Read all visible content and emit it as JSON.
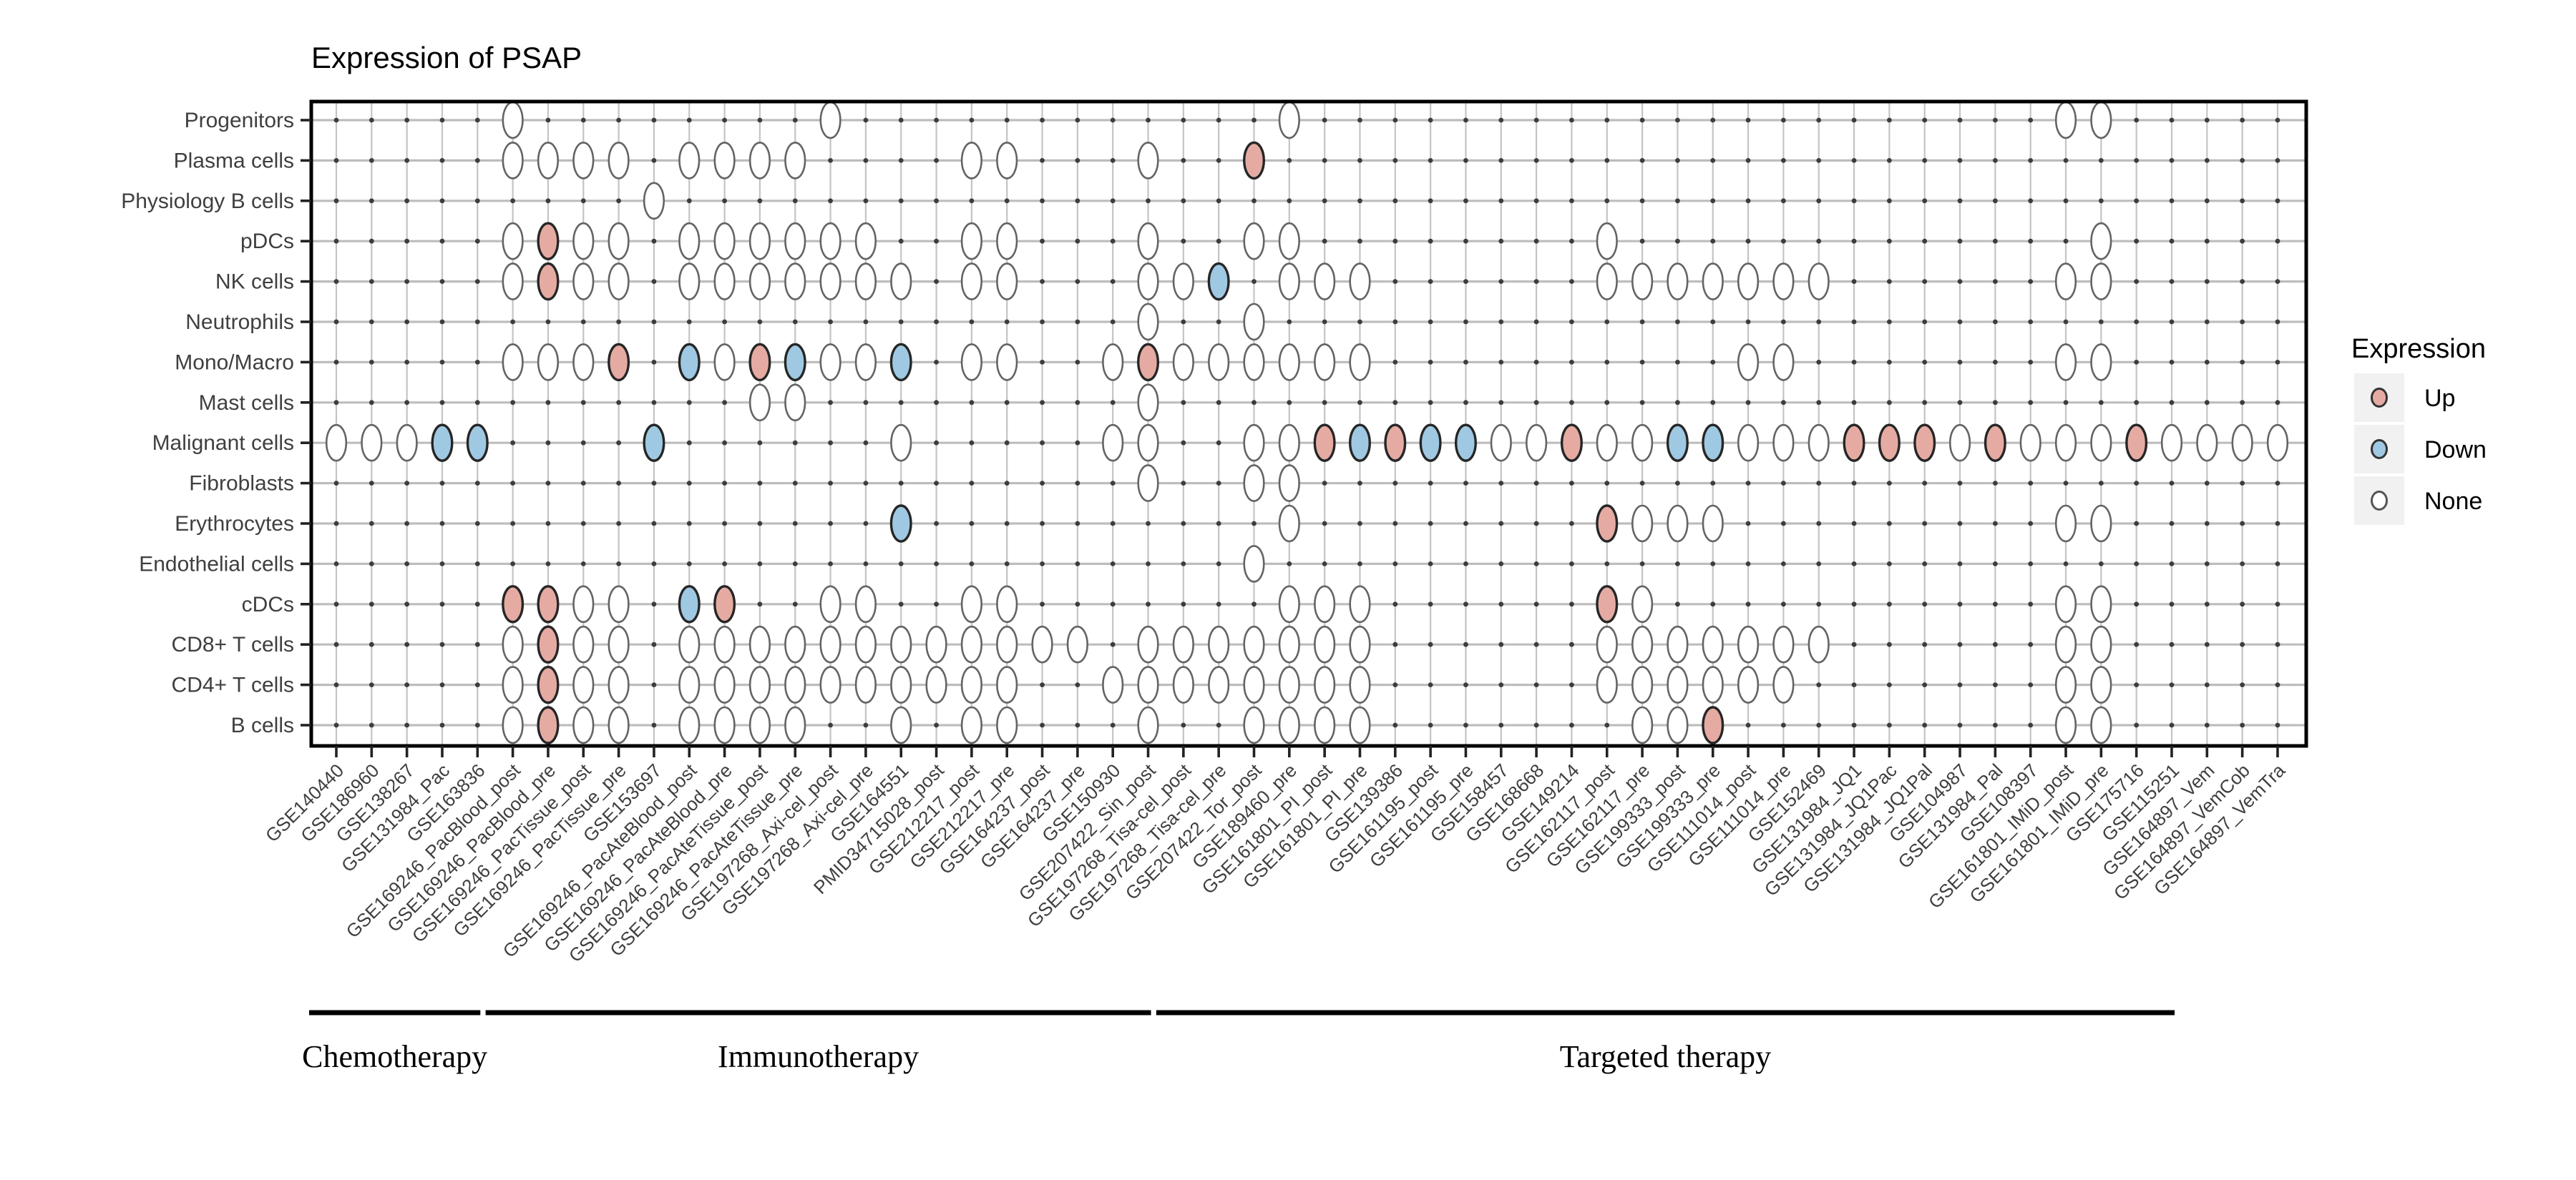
{
  "title": "Expression of PSAP",
  "legend": {
    "title": "Expression",
    "items": [
      {
        "label": "Up",
        "state": "up"
      },
      {
        "label": "Down",
        "state": "down"
      },
      {
        "label": "None",
        "state": "none"
      }
    ]
  },
  "colors": {
    "up_fill": "#e5aba3",
    "down_fill": "#9fc9e2",
    "none_fill": "#ffffff",
    "dot_stroke_plain": "#646464",
    "dot_stroke_colored": "#262626",
    "grid_line": "#c4c4c4",
    "row_line": "#bdbdbd",
    "grid_dot": "#3d3d3d",
    "border": "#000000",
    "axis_text": "#3f3f3f",
    "legend_key_bg": "#f1f1f1"
  },
  "chart_data": {
    "type": "heatmap",
    "title": "Expression of PSAP",
    "legend_position": "right",
    "grid": true,
    "y_categories": [
      "Progenitors",
      "Plasma cells",
      "Physiology B cells",
      "pDCs",
      "NK cells",
      "Neutrophils",
      "Mono/Macro",
      "Mast cells",
      "Malignant cells",
      "Fibroblasts",
      "Erythrocytes",
      "Endothelial cells",
      "cDCs",
      "CD8+ T cells",
      "CD4+ T cells",
      "B cells"
    ],
    "x_categories": [
      "GSE140440",
      "GSE186960",
      "GSE138267",
      "GSE131984_Pac",
      "GSE163836",
      "GSE169246_PacBlood_post",
      "GSE169246_PacBlood_pre",
      "GSE169246_PacTissue_post",
      "GSE169246_PacTissue_pre",
      "GSE153697",
      "GSE169246_PacAteBlood_post",
      "GSE169246_PacAteBlood_pre",
      "GSE169246_PacAteTissue_post",
      "GSE169246_PacAteTissue_pre",
      "GSE197268_Axi-cel_post",
      "GSE197268_Axi-cel_pre",
      "GSE164551",
      "PMID34715028_post",
      "GSE212217_post",
      "GSE212217_pre",
      "GSE164237_post",
      "GSE164237_pre",
      "GSE150930",
      "GSE207422_Sin_post",
      "GSE197268_Tisa-cel_post",
      "GSE197268_Tisa-cel_pre",
      "GSE207422_Tor_post",
      "GSE189460_pre",
      "GSE161801_PI_post",
      "GSE161801_PI_pre",
      "GSE139386",
      "GSE161195_post",
      "GSE161195_pre",
      "GSE158457",
      "GSE168668",
      "GSE149214",
      "GSE162117_post",
      "GSE162117_pre",
      "GSE199333_post",
      "GSE199333_pre",
      "GSE111014_post",
      "GSE111014_pre",
      "GSE152469",
      "GSE131984_JQ1",
      "GSE131984_JQ1Pac",
      "GSE131984_JQ1Pal",
      "GSE104987",
      "GSE131984_Pal",
      "GSE108397",
      "GSE161801_IMiD_post",
      "GSE161801_IMiD_pre",
      "GSE175716",
      "GSE115251",
      "GSE164897_Vem",
      "GSE164897_VemCob",
      "GSE164897_VemTra"
    ],
    "groups": [
      {
        "label": "Chemotherapy",
        "col_start": 1,
        "col_end": 5
      },
      {
        "label": "Immunotherapy",
        "col_start": 6,
        "col_end": 24
      },
      {
        "label": "Targeted therapy",
        "col_start": 25,
        "col_end": 53
      }
    ],
    "rows": [
      {
        "label": "Progenitors",
        "none": [
          6,
          15,
          28,
          50,
          51
        ],
        "up": [],
        "down": []
      },
      {
        "label": "Plasma cells",
        "none": [
          6,
          7,
          8,
          9,
          11,
          12,
          13,
          14,
          19,
          20,
          24
        ],
        "up": [
          27
        ],
        "down": []
      },
      {
        "label": "Physiology B cells",
        "none": [
          10
        ],
        "up": [],
        "down": []
      },
      {
        "label": "pDCs",
        "none": [
          6,
          8,
          9,
          11,
          12,
          13,
          14,
          15,
          16,
          19,
          20,
          24,
          27,
          28,
          37,
          51
        ],
        "up": [
          7
        ],
        "down": []
      },
      {
        "label": "NK cells",
        "none": [
          6,
          8,
          9,
          11,
          12,
          13,
          14,
          15,
          16,
          17,
          19,
          20,
          24,
          25,
          28,
          29,
          30,
          37,
          38,
          39,
          40,
          41,
          42,
          43,
          50,
          51
        ],
        "up": [
          7
        ],
        "down": [
          26
        ]
      },
      {
        "label": "Neutrophils",
        "none": [
          24,
          27
        ],
        "up": [],
        "down": []
      },
      {
        "label": "Mono/Macro",
        "none": [
          6,
          7,
          8,
          12,
          15,
          16,
          19,
          20,
          23,
          25,
          26,
          27,
          28,
          29,
          30,
          41,
          42,
          50,
          51
        ],
        "up": [
          9,
          13,
          24
        ],
        "down": [
          11,
          14,
          17
        ]
      },
      {
        "label": "Mast cells",
        "none": [
          13,
          14,
          24
        ],
        "up": [],
        "down": []
      },
      {
        "label": "Malignant cells",
        "none": [
          1,
          2,
          3,
          17,
          23,
          24,
          27,
          28,
          34,
          35,
          37,
          38,
          41,
          42,
          43,
          47,
          49,
          50,
          51,
          53,
          54,
          55,
          56
        ],
        "up": [
          29,
          31,
          36,
          44,
          45,
          46,
          48,
          52
        ],
        "down": [
          4,
          5,
          10,
          30,
          32,
          33,
          39,
          40
        ]
      },
      {
        "label": "Fibroblasts",
        "none": [
          24,
          27,
          28
        ],
        "up": [],
        "down": []
      },
      {
        "label": "Erythrocytes",
        "none": [
          28,
          38,
          39,
          40,
          50,
          51
        ],
        "up": [
          37
        ],
        "down": [
          17
        ]
      },
      {
        "label": "Endothelial cells",
        "none": [
          27
        ],
        "up": [],
        "down": []
      },
      {
        "label": "cDCs",
        "none": [
          8,
          9,
          15,
          16,
          19,
          20,
          28,
          29,
          30,
          38,
          50,
          51
        ],
        "up": [
          6,
          7,
          12,
          37
        ],
        "down": [
          11
        ]
      },
      {
        "label": "CD8+ T cells",
        "none": [
          6,
          8,
          9,
          11,
          12,
          13,
          14,
          15,
          16,
          17,
          18,
          19,
          20,
          21,
          22,
          24,
          25,
          26,
          27,
          28,
          29,
          30,
          37,
          38,
          39,
          40,
          41,
          42,
          43,
          50,
          51
        ],
        "up": [
          7
        ],
        "down": []
      },
      {
        "label": "CD4+ T cells",
        "none": [
          6,
          8,
          9,
          11,
          12,
          13,
          14,
          15,
          16,
          17,
          18,
          19,
          20,
          23,
          24,
          25,
          26,
          27,
          28,
          29,
          30,
          37,
          38,
          39,
          40,
          41,
          42,
          50,
          51
        ],
        "up": [
          7
        ],
        "down": []
      },
      {
        "label": "B cells",
        "none": [
          6,
          8,
          9,
          11,
          12,
          13,
          14,
          17,
          19,
          20,
          24,
          27,
          28,
          29,
          30,
          38,
          39,
          50,
          51
        ],
        "up": [
          7,
          40
        ],
        "down": []
      }
    ]
  }
}
